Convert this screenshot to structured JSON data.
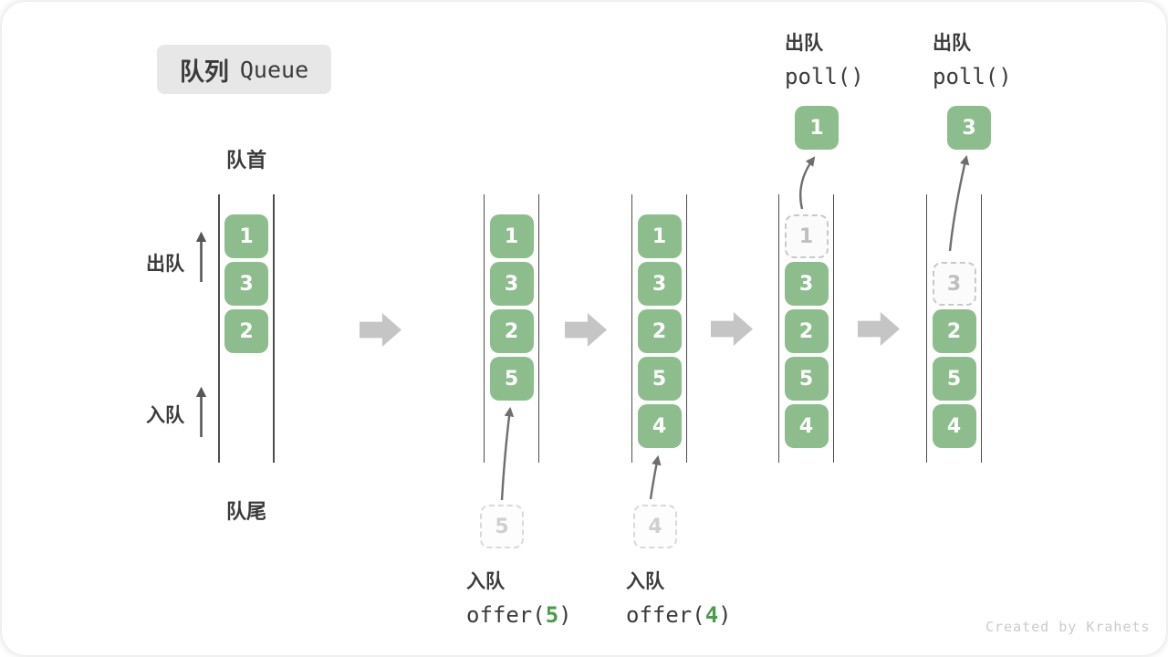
{
  "title": {
    "zh": "队列",
    "en": "Queue"
  },
  "labels": {
    "front": "队首",
    "rear": "队尾",
    "dequeue": "出队",
    "enqueue": "入队"
  },
  "queues": [
    {
      "name": "state-1",
      "cells": [
        {
          "slot": 0,
          "value": "1",
          "type": "solid"
        },
        {
          "slot": 1,
          "value": "3",
          "type": "solid"
        },
        {
          "slot": 2,
          "value": "2",
          "type": "solid"
        }
      ]
    },
    {
      "name": "state-2-after-offer-5",
      "cells": [
        {
          "slot": 0,
          "value": "1",
          "type": "solid"
        },
        {
          "slot": 1,
          "value": "3",
          "type": "solid"
        },
        {
          "slot": 2,
          "value": "2",
          "type": "solid"
        },
        {
          "slot": 3,
          "value": "5",
          "type": "solid"
        }
      ],
      "incoming": {
        "value": "5"
      }
    },
    {
      "name": "state-3-after-offer-4",
      "cells": [
        {
          "slot": 0,
          "value": "1",
          "type": "solid"
        },
        {
          "slot": 1,
          "value": "3",
          "type": "solid"
        },
        {
          "slot": 2,
          "value": "2",
          "type": "solid"
        },
        {
          "slot": 3,
          "value": "5",
          "type": "solid"
        },
        {
          "slot": 4,
          "value": "4",
          "type": "solid"
        }
      ],
      "incoming": {
        "value": "4"
      }
    },
    {
      "name": "state-4-after-poll-1",
      "cells": [
        {
          "slot": 0,
          "value": "1",
          "type": "dashed"
        },
        {
          "slot": 1,
          "value": "3",
          "type": "solid"
        },
        {
          "slot": 2,
          "value": "2",
          "type": "solid"
        },
        {
          "slot": 3,
          "value": "5",
          "type": "solid"
        },
        {
          "slot": 4,
          "value": "4",
          "type": "solid"
        }
      ],
      "outgoing": {
        "value": "1"
      }
    },
    {
      "name": "state-5-after-poll-3",
      "cells": [
        {
          "slot": 1,
          "value": "3",
          "type": "dashed"
        },
        {
          "slot": 2,
          "value": "2",
          "type": "solid"
        },
        {
          "slot": 3,
          "value": "5",
          "type": "solid"
        },
        {
          "slot": 4,
          "value": "4",
          "type": "solid"
        }
      ],
      "outgoing": {
        "value": "3"
      }
    }
  ],
  "operations": {
    "polls": [
      {
        "label": "出队",
        "code": "poll()"
      },
      {
        "label": "出队",
        "code": "poll()"
      }
    ],
    "offers": [
      {
        "label": "入队",
        "prefix": "offer(",
        "arg": "5",
        "suffix": ")"
      },
      {
        "label": "入队",
        "prefix": "offer(",
        "arg": "4",
        "suffix": ")"
      }
    ]
  },
  "icons": {
    "flow_arrow": "right-block-arrow",
    "thin_arrow": "curved-pointer-arrow",
    "direction_arrow": "up-arrow"
  },
  "colors": {
    "box_green": "#8dbd8d",
    "arg_green": "#4a9d4a",
    "flow_arrow_gray": "#c5c5c5",
    "ink": "#3b3b3b",
    "badge_gray": "#e7e7e7",
    "dashed_gray": "#c9c9c9",
    "watermark_gray": "#cbcbcb"
  },
  "watermark": "Created by Krahets"
}
